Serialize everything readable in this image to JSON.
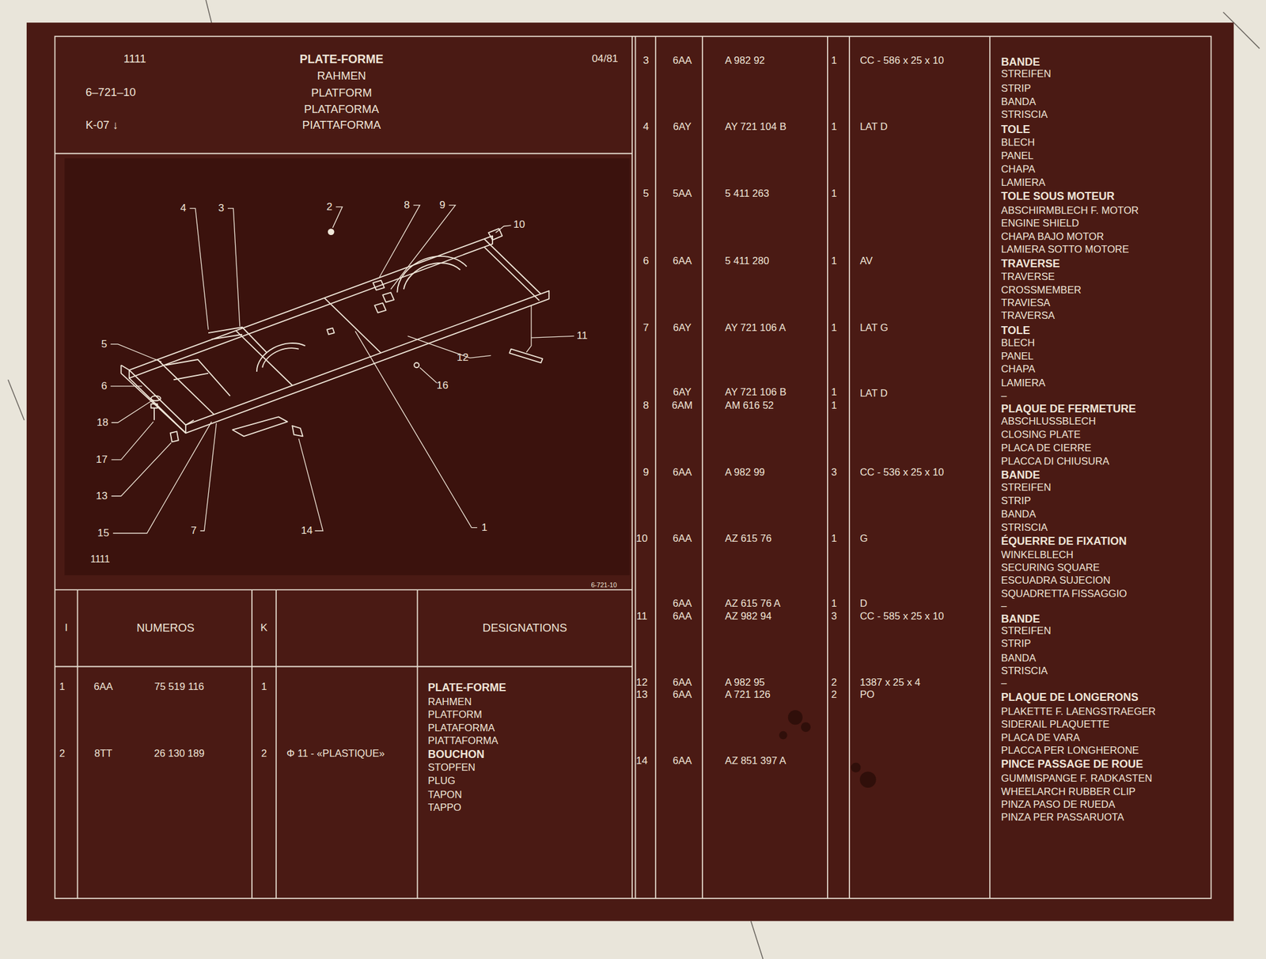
{
  "diagram": {
    "title": "PLATE-FORME",
    "labels": [
      "1111",
      "6–721–10",
      "K-07 ↓",
      "RAHMEN",
      "PLATFORM",
      "PLATAFORMA",
      "PIATTAFORMA",
      "04/81",
      "4",
      "3",
      "2",
      "8",
      "9",
      "10",
      "5",
      "6",
      "18",
      "17",
      "13",
      "15",
      "7",
      "14",
      "1",
      "11",
      "12",
      "16",
      "1111",
      "6-721-10",
      "I",
      "NUMEROS",
      "K",
      "DESIGNATIONS",
      "1",
      "6AA",
      "75 519 116",
      "1",
      "PLATE-FORME",
      "RAHMEN",
      "PLATFORM",
      "PLATAFORMA",
      "PIATTAFORMA",
      "2",
      "8TT",
      "26 130 189",
      "2",
      "Φ 11 - «PLASTIQUE»",
      "BOUCHON",
      "STOPFEN",
      "PLUG",
      "TAPON",
      "TAPPO",
      "3",
      "6AA",
      "A 982 92",
      "1",
      "CC - 586 x 25 x 10",
      "BANDE",
      "STREIFEN",
      "STRIP",
      "BANDA",
      "STRISCIA",
      "4",
      "6AY",
      "AY 721 104 B",
      "1",
      "LAT D",
      "TOLE",
      "BLECH",
      "PANEL",
      "CHAPA",
      "LAMIERA",
      "5",
      "5AA",
      "5 411 263",
      "1",
      "TOLE SOUS MOTEUR",
      "ABSCHIRMBLECH F. MOTOR",
      "ENGINE SHIELD",
      "CHAPA BAJO MOTOR",
      "LAMIERA SOTTO MOTORE",
      "6",
      "6AA",
      "5 411 280",
      "1",
      "AV",
      "TRAVERSE",
      "TRAVERSE",
      "CROSSMEMBER",
      "TRAVIESA",
      "TRAVERSA",
      "7",
      "6AY",
      "AY 721 106 A",
      "1",
      "LAT G",
      "TOLE",
      "BLECH",
      "PANEL",
      "CHAPA",
      "LAMIERA",
      "–",
      "6AY",
      "AY 721 106 B",
      "1",
      "LAT D",
      "8",
      "6AM",
      "AM 616 52",
      "1",
      "PLAQUE DE FERMETURE",
      "ABSCHLUSSBLECH",
      "CLOSING PLATE",
      "PLACA DE CIERRE",
      "PLACCA DI CHIUSURA",
      "9",
      "6AA",
      "A 982 99",
      "3",
      "CC - 536 x 25 x 10",
      "BANDE",
      "STREIFEN",
      "STRIP",
      "BANDA",
      "STRISCIA",
      "10",
      "6AA",
      "AZ 615 76",
      "1",
      "G",
      "ÉQUERRE DE FIXATION",
      "WINKELBLECH",
      "SECURING SQUARE",
      "ESCUADRA SUJECION",
      "SQUADRETTA FISSAGGIO",
      "–",
      "6AA",
      "AZ 615 76 A",
      "1",
      "D",
      "11",
      "6AA",
      "AZ 982 94",
      "3",
      "CC - 585 x 25 x 10",
      "BANDE",
      "STREIFEN",
      "STRIP",
      "BANDA",
      "STRISCIA",
      "–",
      "12",
      "6AA",
      "A 982 95",
      "2",
      "1387 x 25 x 4",
      "13",
      "6AA",
      "A 721 126",
      "2",
      "PO",
      "PLAQUE DE LONGERONS",
      "PLAKETTE F. LAENGSTRAEGER",
      "SIDERAIL PLAQUETTE",
      "PLACA DE VARA",
      "PLACCA PER LONGHERONE",
      "14",
      "6AA",
      "AZ 851 397 A",
      "PINCE PASSAGE DE ROUE",
      "GUMMISPANGE F. RADKASTEN",
      "WHEELARCH RUBBER CLIP",
      "PINZA PASO DE RUEDA",
      "PINZA PER PASSARUOTA"
    ]
  }
}
